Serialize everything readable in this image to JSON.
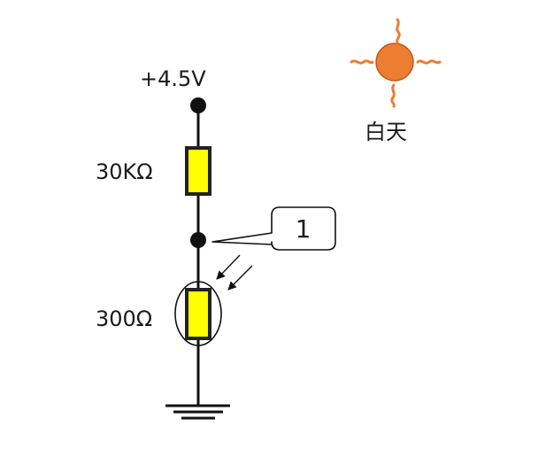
{
  "supply_label": "+4.5V",
  "r1_label": "30KΩ",
  "r2_label": "300Ω",
  "callout_label": "1",
  "daytime_label": "白天",
  "colors": {
    "wire": "#111111",
    "resistor_fill": "#ffff00",
    "resistor_stroke": "#222222",
    "sun_fill": "#ed7d31",
    "sun_stroke": "#c0571a",
    "ray": "#ed7d31"
  },
  "icons": [
    "sun-icon",
    "light-arrow-icon",
    "ground-icon"
  ]
}
